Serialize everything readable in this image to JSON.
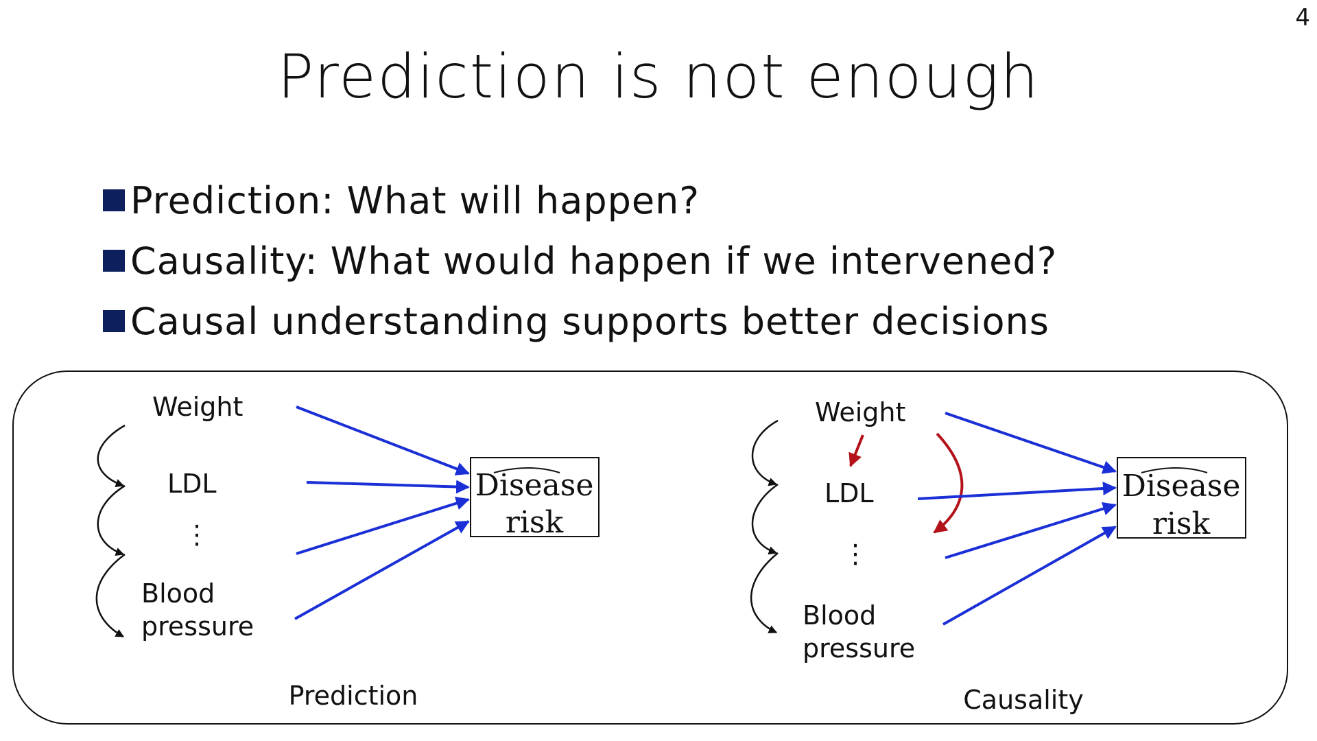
{
  "slide": {
    "number": "4",
    "title": "Prediction is not enough"
  },
  "bullets": [
    "Prediction: What will happen?",
    "Causality: What would happen if we intervened?",
    "Causal understanding supports better decisions"
  ],
  "diagram": {
    "prediction": {
      "caption": "Prediction",
      "nodes": {
        "weight": "Weight",
        "ldl": "LDL",
        "ellipsis": "⋮",
        "blood": "Blood",
        "pressure": "pressure"
      },
      "target_line1": "Disease",
      "target_line2": "risk"
    },
    "causality": {
      "caption": "Causality",
      "nodes": {
        "weight": "Weight",
        "ldl": "LDL",
        "ellipsis": "⋮",
        "blood": "Blood",
        "pressure": "pressure"
      },
      "target_line1": "Disease",
      "target_line2": "risk"
    }
  },
  "colors": {
    "bullet": "#0d1f5c",
    "predictive_arrow": "#1a2fd6",
    "causal_arrow": "#b3121a"
  }
}
